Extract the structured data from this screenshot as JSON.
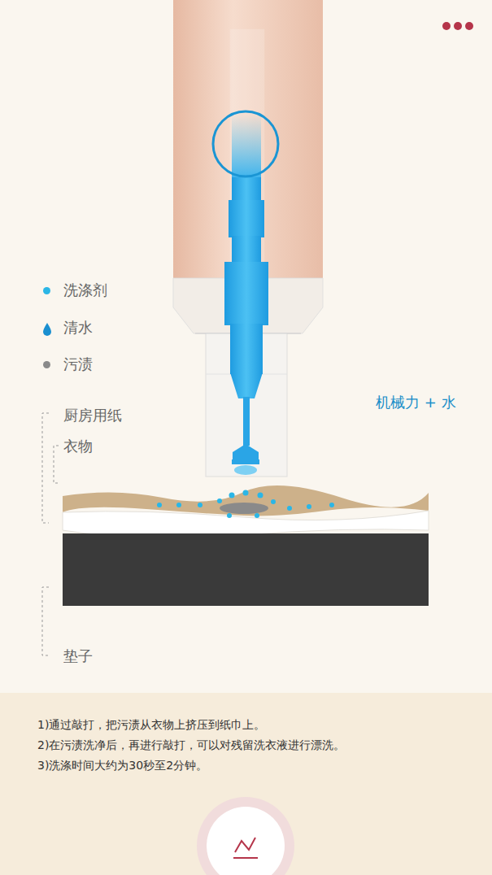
{
  "diagram": {
    "labels": [
      "厨房用纸",
      "衣物",
      "机械力 + 水",
      "垫子",
      "1)通过敲打，把污渍从衣物上挤压到纸巾上。",
      "2)在污渍洗净后，再进行敲打，可以对残留洗衣液进行漂洗。",
      "3)洗涤时间大约为30秒至2分钟。"
    ],
    "legend": [
      {
        "text": "洗涤剂",
        "color": "#2bb6e6"
      },
      {
        "text": "清水"
      },
      {
        "text": "污渍",
        "color": "#8a8a8a"
      }
    ]
  }
}
